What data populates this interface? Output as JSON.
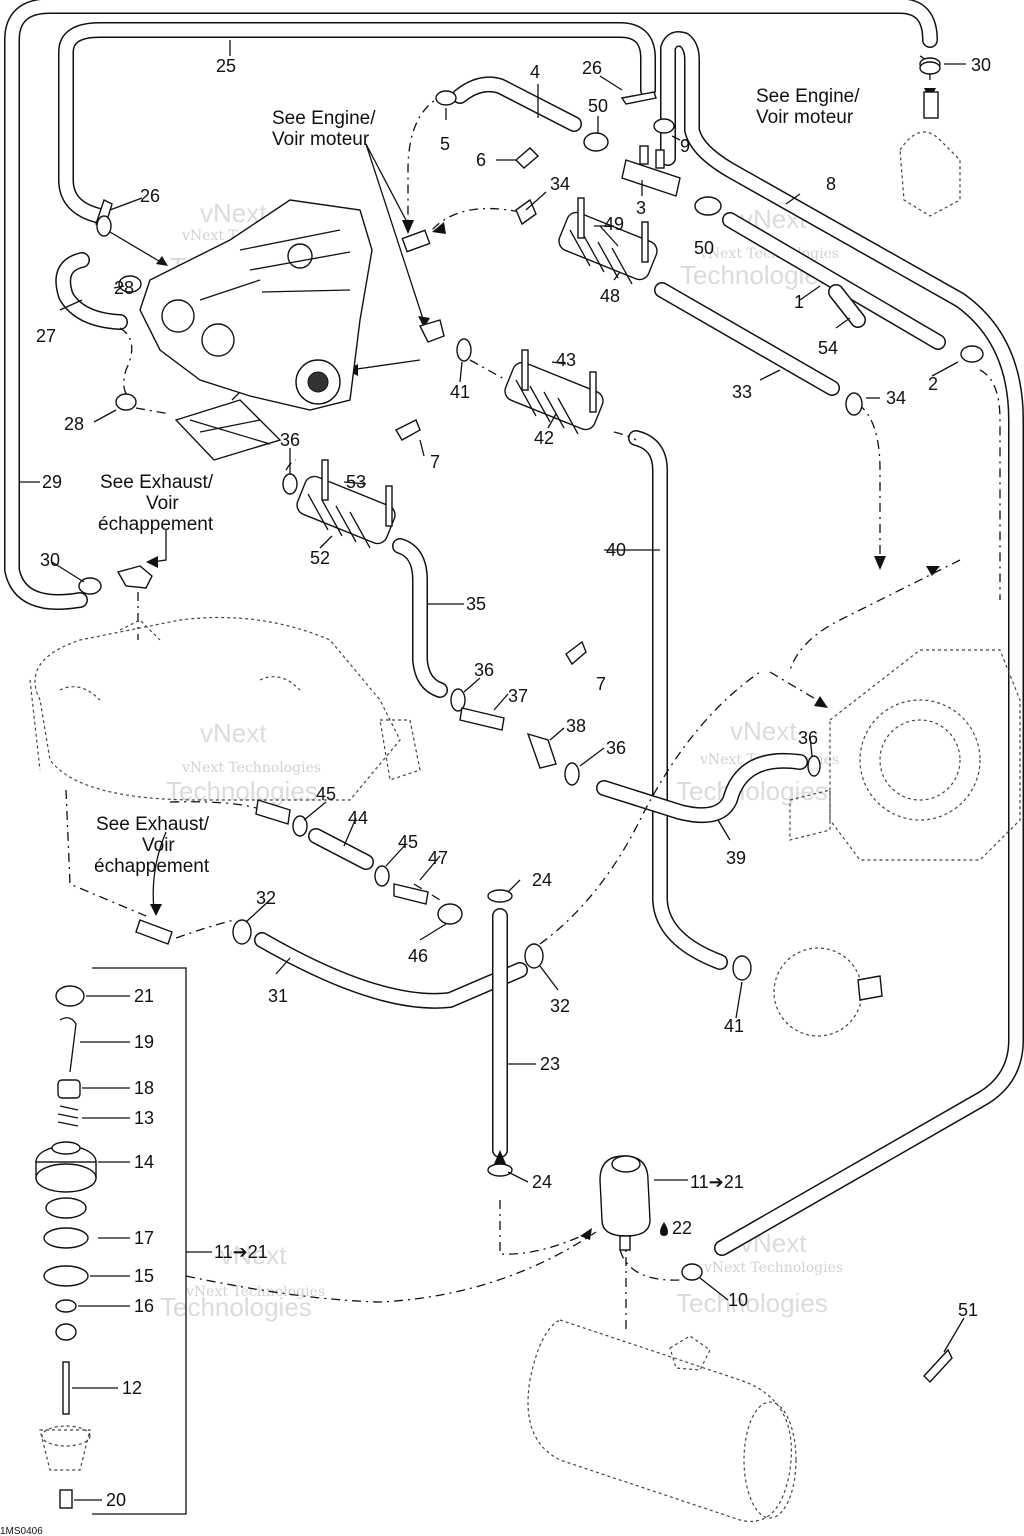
{
  "labels": {
    "l1": "1",
    "l2": "2",
    "l3": "3",
    "l4": "4",
    "l5": "5",
    "l6": "6",
    "l7a": "7",
    "l7b": "7",
    "l8": "8",
    "l9": "9",
    "l10": "10",
    "l11a": "11➔21",
    "l11b": "11➔21",
    "l12": "12",
    "l13": "13",
    "l14": "14",
    "l15": "15",
    "l16": "16",
    "l17": "17",
    "l18": "18",
    "l19": "19",
    "l20": "20",
    "l21": "21",
    "l22": "22",
    "l23": "23",
    "l24a": "24",
    "l24b": "24",
    "l25": "25",
    "l26a": "26",
    "l26b": "26",
    "l27": "27",
    "l28a": "28",
    "l28b": "28",
    "l29": "29",
    "l30a": "30",
    "l30b": "30",
    "l31": "31",
    "l32a": "32",
    "l32b": "32",
    "l33": "33",
    "l34a": "34",
    "l34b": "34",
    "l35": "35",
    "l36a": "36",
    "l36b": "36",
    "l36c": "36",
    "l36d": "36",
    "l37": "37",
    "l38": "38",
    "l39": "39",
    "l40": "40",
    "l41a": "41",
    "l41b": "41",
    "l42": "42",
    "l43": "43",
    "l44": "44",
    "l45a": "45",
    "l45b": "45",
    "l46": "46",
    "l47": "47",
    "l48": "48",
    "l49": "49",
    "l50a": "50",
    "l50b": "50",
    "l51": "51",
    "l52": "52",
    "l53": "53",
    "l54": "54"
  },
  "notes": {
    "engine1_line1": "See Engine/",
    "engine1_line2": "Voir moteur",
    "engine2_line1": "See Engine/",
    "engine2_line2": "Voir moteur",
    "exhaust1_line1": "See Exhaust/",
    "exhaust1_line2": "Voir",
    "exhaust1_line3": "échappement",
    "exhaust2_line1": "See Exhaust/",
    "exhaust2_line2": "Voir",
    "exhaust2_line3": "échappement"
  },
  "watermark": {
    "line1": "vNext Technologies",
    "line2": "vNext",
    "line3": "Technologies"
  },
  "drawing_code": "1MS0406"
}
